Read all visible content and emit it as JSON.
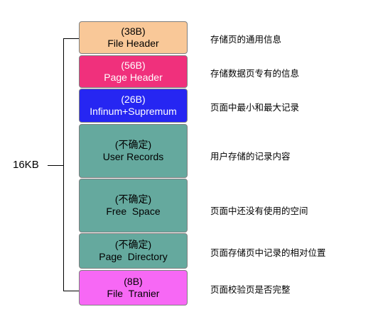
{
  "total_size": "16KB",
  "blocks": [
    {
      "size": "(38B)",
      "name": "File Header",
      "description": "存储页的通用信息",
      "color": "#f9c898",
      "text_color": "#000000"
    },
    {
      "size": "(56B)",
      "name": "Page Header",
      "description": "存储数据页专有的信息",
      "color": "#f0307c",
      "text_color": "#ffffff"
    },
    {
      "size": "(26B)",
      "name": "Infinum+Supremum",
      "description": "页面中最小和最大记录",
      "color": "#2626f2",
      "text_color": "#ffffff"
    },
    {
      "size": "(不确定)",
      "name": "User Records",
      "description": "用户存储的记录内容",
      "color": "#65a99e",
      "text_color": "#000000"
    },
    {
      "size": "(不确定)",
      "name": "Free  Space",
      "description": "页面中还没有使用的空间",
      "color": "#65a99e",
      "text_color": "#000000"
    },
    {
      "size": "(不确定)",
      "name": "Page  Directory",
      "description": "页面存储页中记录的相对位置",
      "color": "#65a99e",
      "text_color": "#000000"
    },
    {
      "size": "(8B)",
      "name": "File  Tranier",
      "description": "页面校验页是否完整",
      "color": "#f768f5",
      "text_color": "#000000"
    }
  ]
}
